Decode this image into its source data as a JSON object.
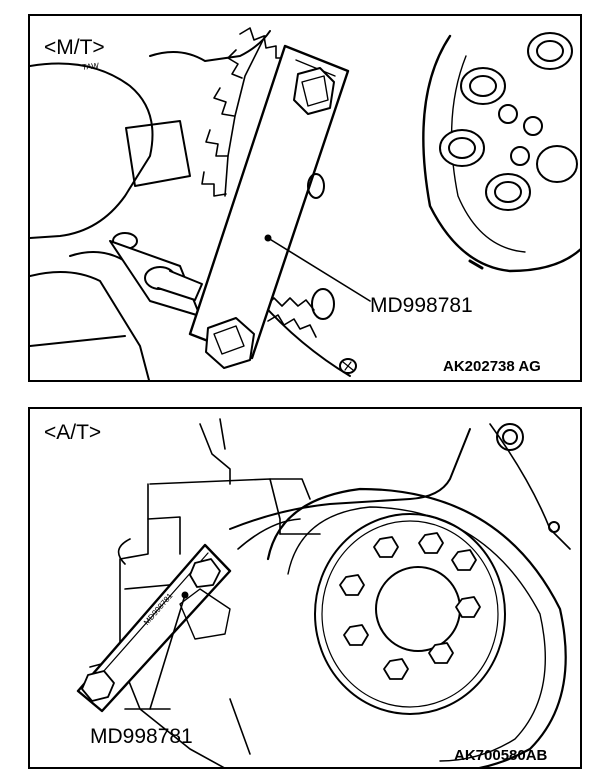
{
  "figures": [
    {
      "variant_label": "<M/T>",
      "tool_label": "MD998781",
      "figure_code": "AK202738 AG",
      "tool_engraving": "TAW"
    },
    {
      "variant_label": "<A/T>",
      "tool_label": "MD998781",
      "figure_code": "AK700580AB",
      "tool_engraving": "MD998781"
    }
  ]
}
